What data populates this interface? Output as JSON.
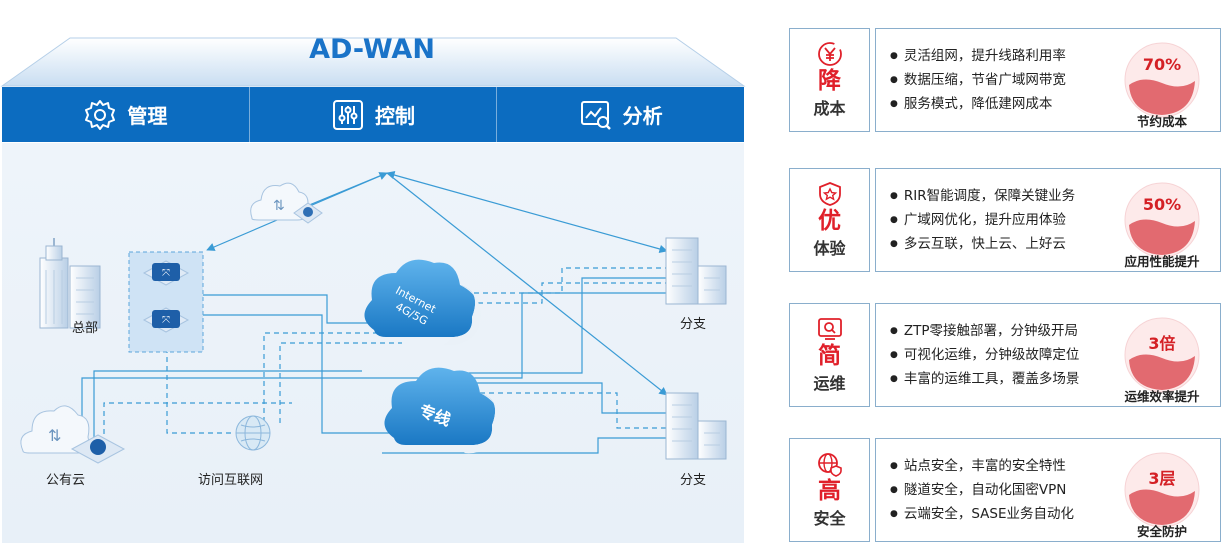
{
  "header": {
    "title": "AD-WAN"
  },
  "menu": [
    {
      "label": "管理",
      "icon": "gear-icon"
    },
    {
      "label": "控制",
      "icon": "sliders-icon"
    },
    {
      "label": "分析",
      "icon": "analysis-icon"
    }
  ],
  "diagram": {
    "nodes": {
      "hq": "总部",
      "branch1": "分支",
      "branch2": "分支",
      "public_cloud": "公有云",
      "internet_access": "访问互联网"
    },
    "clouds": {
      "internet": "Internet\n4G/5G",
      "internet_line1": "Internet",
      "internet_line2": "4G/5G",
      "private_line": "专线"
    }
  },
  "colors": {
    "primary": "#0c6cc0",
    "accent": "#e0202a",
    "line": "#3a9bd5"
  },
  "cards": [
    {
      "big": "降",
      "sub": "成本",
      "icon": "yen-cycle-icon",
      "bullets": [
        "灵活组网，提升线路利用率",
        "数据压缩，节省广域网带宽",
        "服务模式，降低建网成本"
      ],
      "value": "70%",
      "caption": "节约成本"
    },
    {
      "big": "优",
      "sub": "体验",
      "icon": "star-shield-icon",
      "bullets": [
        "RIR智能调度，保障关键业务",
        "广域网优化，提升应用体验",
        "多云互联，快上云、上好云"
      ],
      "value": "50%",
      "caption": "应用性能提升"
    },
    {
      "big": "简",
      "sub": "运维",
      "icon": "monitor-search-icon",
      "bullets": [
        "ZTP零接触部署，分钟级开局",
        "可视化运维，分钟级故障定位",
        "丰富的运维工具，覆盖多场景"
      ],
      "value": "3倍",
      "caption": "运维效率提升"
    },
    {
      "big": "高",
      "sub": "安全",
      "icon": "globe-shield-icon",
      "bullets": [
        "站点安全，丰富的安全特性",
        "隧道安全，自动化国密VPN",
        "云端安全，SASE业务自动化"
      ],
      "value": "3层",
      "caption": "安全防护"
    }
  ]
}
